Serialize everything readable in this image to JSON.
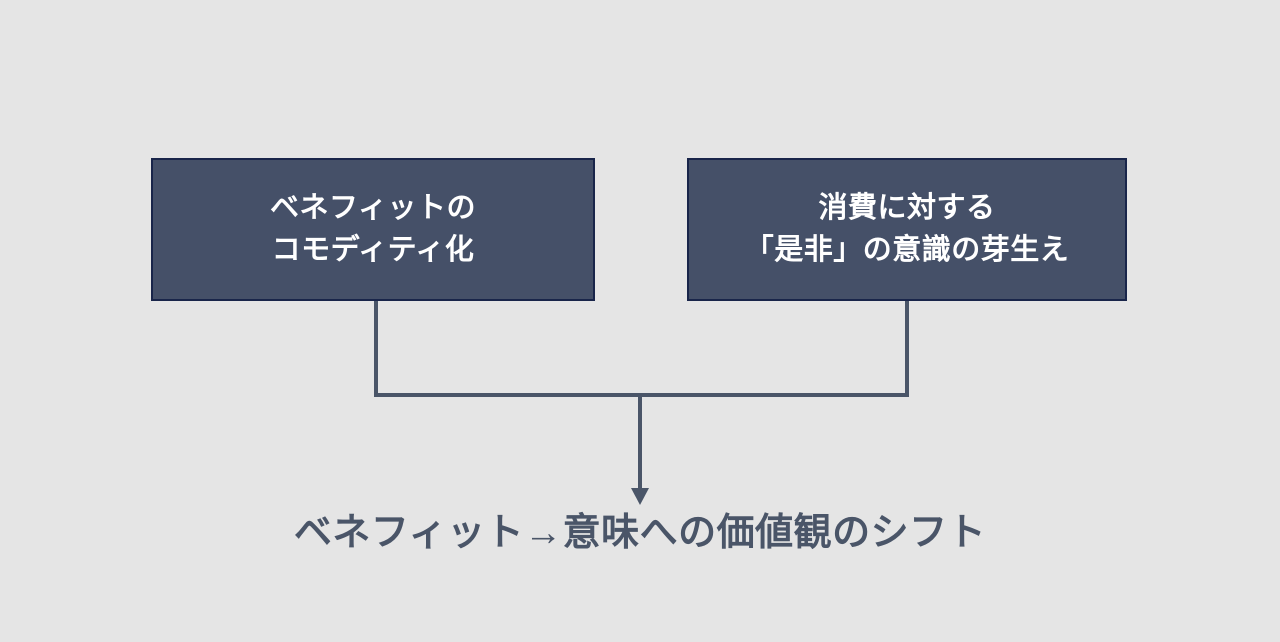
{
  "diagram": {
    "background_color": "#e5e5e5",
    "box_fill_color": "#455068",
    "box_border_color": "#19254a",
    "box_text_color": "#ffffff",
    "connector_color": "#4a5568",
    "caption_color": "#4a5568",
    "nodes": [
      {
        "id": "benefit-commoditization",
        "label": "ベネフィットの\nコモディティ化"
      },
      {
        "id": "consumption-ethics-awareness",
        "label": "消費に対する\n「是非」の意識の芽生え"
      }
    ],
    "connector": {
      "type": "merge-bracket-arrow",
      "arrow_icon": "arrow-down-icon"
    },
    "caption": "ベネフィット→意味への価値観のシフト"
  }
}
